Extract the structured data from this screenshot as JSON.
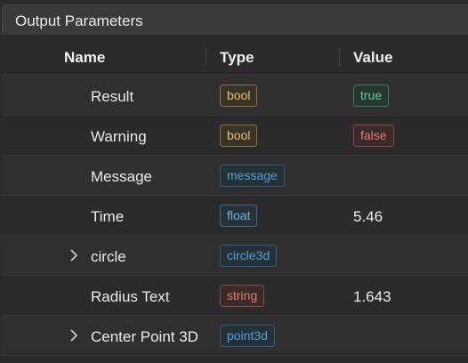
{
  "panel": {
    "title": "Output Parameters"
  },
  "columns": {
    "name": "Name",
    "type": "Type",
    "value": "Value"
  },
  "rows": [
    {
      "name": "Result",
      "expandable": false,
      "type": "bool",
      "type_kind": "bool",
      "value": "true",
      "value_kind": "true"
    },
    {
      "name": "Warning",
      "expandable": false,
      "type": "bool",
      "type_kind": "bool",
      "value": "false",
      "value_kind": "false"
    },
    {
      "name": "Message",
      "expandable": false,
      "type": "message",
      "type_kind": "message",
      "value": "",
      "value_kind": "none"
    },
    {
      "name": "Time",
      "expandable": false,
      "type": "float",
      "type_kind": "float",
      "value": "5.46",
      "value_kind": "text"
    },
    {
      "name": "circle",
      "expandable": true,
      "type": "circle3d",
      "type_kind": "circle3d",
      "value": "",
      "value_kind": "none"
    },
    {
      "name": "Radius Text",
      "expandable": false,
      "type": "string",
      "type_kind": "string",
      "value": "1.643",
      "value_kind": "text"
    },
    {
      "name": "Center Point 3D",
      "expandable": true,
      "type": "point3d",
      "type_kind": "point3d",
      "value": "",
      "value_kind": "none"
    }
  ],
  "icons": {
    "expand": "chevron-right-icon"
  },
  "colors": {
    "bool": {
      "fg": "#e2c07a",
      "border": "#8a7447",
      "bg": "#3a3428"
    },
    "message": {
      "fg": "#4fa3cc",
      "border": "#2f5f77",
      "bg": "#263038"
    },
    "float": {
      "fg": "#6fb3dc",
      "border": "#3f6a86",
      "bg": "#283038"
    },
    "circle3d": {
      "fg": "#4fa3cc",
      "border": "#2f5f77",
      "bg": "#263038"
    },
    "string": {
      "fg": "#e07b7b",
      "border": "#8a4a4a",
      "bg": "#3a2a2a"
    },
    "point3d": {
      "fg": "#4fa3cc",
      "border": "#2f5f77",
      "bg": "#263038"
    },
    "true": {
      "fg": "#5fd0a6",
      "border": "#3a7f66",
      "bg": "#27362f"
    },
    "false": {
      "fg": "#e07b7b",
      "border": "#8a4a4a",
      "bg": "#3a2a2a"
    }
  }
}
